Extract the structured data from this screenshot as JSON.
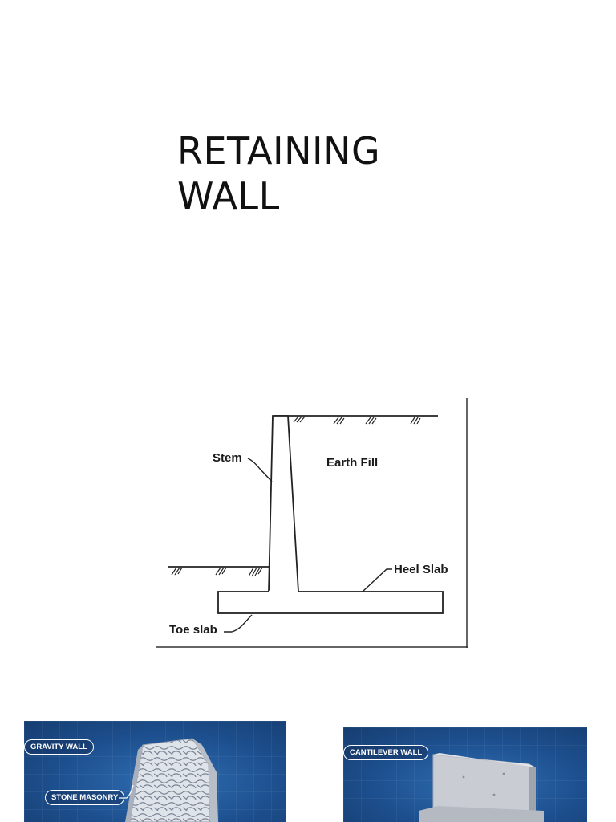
{
  "slide": {
    "title_line1": "RETAINING",
    "title_line2": "WALL"
  },
  "diagram": {
    "labels": {
      "stem": "Stem",
      "earth_fill": "Earth Fill",
      "heel_slab": "Heel Slab",
      "toe_slab": "Toe slab"
    }
  },
  "images": {
    "gravity": {
      "tag": "GRAVITY WALL",
      "callout": "STONE MASONRY"
    },
    "cantilever": {
      "tag": "CANTILEVER WALL"
    }
  },
  "colors": {
    "panel_blue": "#1d4f8e",
    "wall_grey": "#c9ccd2"
  }
}
